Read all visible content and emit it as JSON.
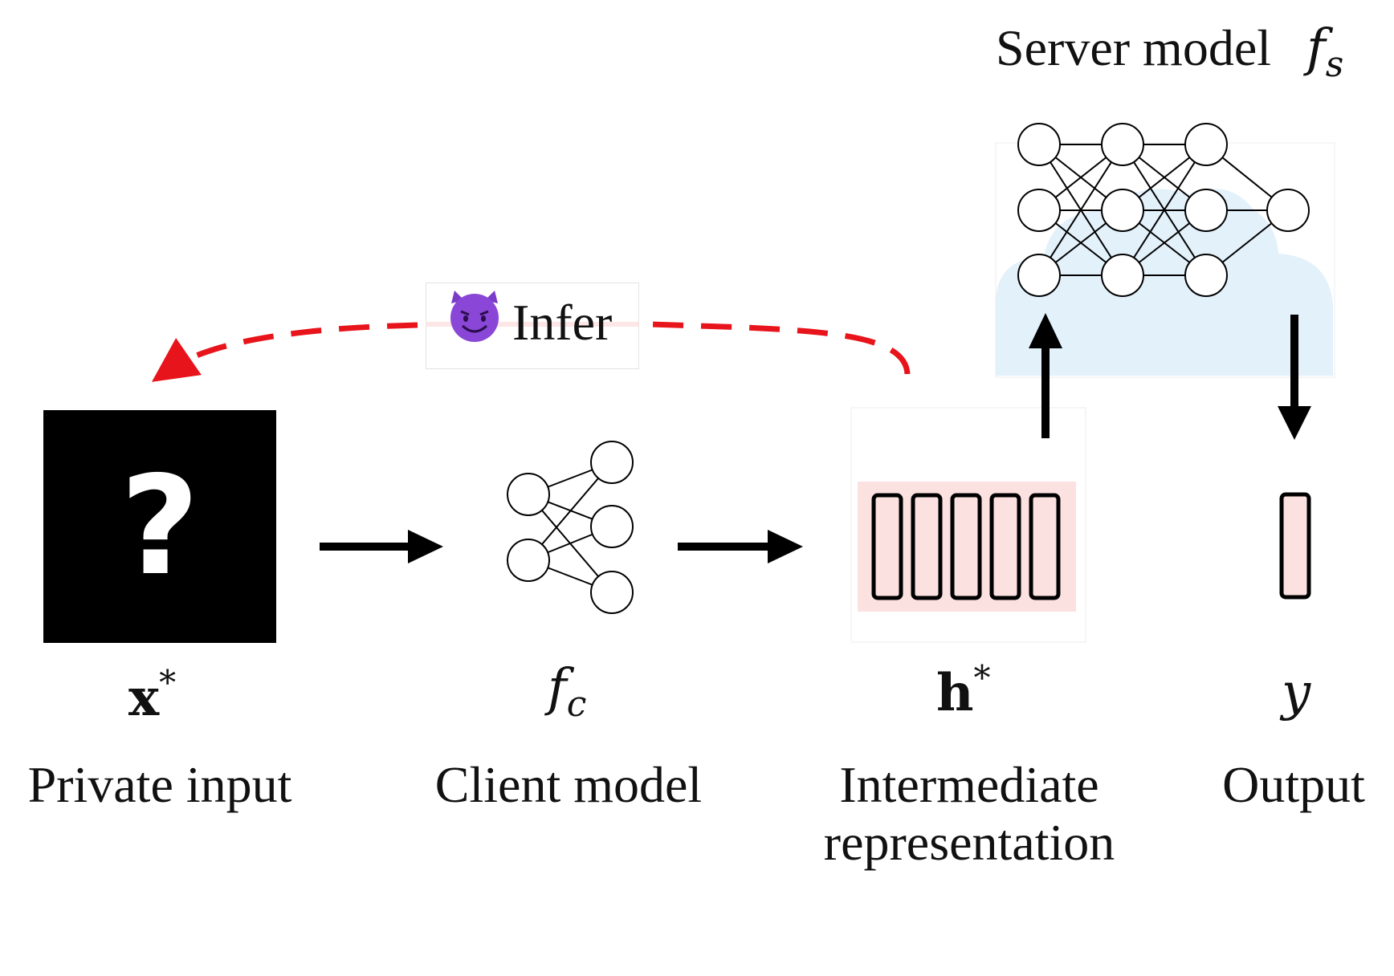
{
  "server": {
    "title": "Server model",
    "symbol": "f",
    "symbol_sub": "s"
  },
  "infer": {
    "emoji": "smiling-devil-emoji",
    "label": "Infer"
  },
  "private_input": {
    "placeholder_glyph": "?",
    "symbol": "x",
    "symbol_sup": "*",
    "label": "Private input"
  },
  "client": {
    "symbol": "f",
    "symbol_sub": "c",
    "label": "Client model"
  },
  "intermediate": {
    "symbol": "h",
    "symbol_sup": "*",
    "label_line1": "Intermediate",
    "label_line2": "representation"
  },
  "output": {
    "symbol": "y",
    "label": "Output"
  },
  "colors": {
    "attack_arrow": "#e8141b",
    "representation_fill": "#fce1e1",
    "cloud": "#e3f1fb",
    "arrow": "#000000",
    "devil": "#7a3cc8"
  },
  "icons": [
    "network-icon",
    "cloud-icon",
    "arrow-right-icon",
    "arrow-up-icon",
    "arrow-down-icon",
    "question-mark-icon"
  ]
}
